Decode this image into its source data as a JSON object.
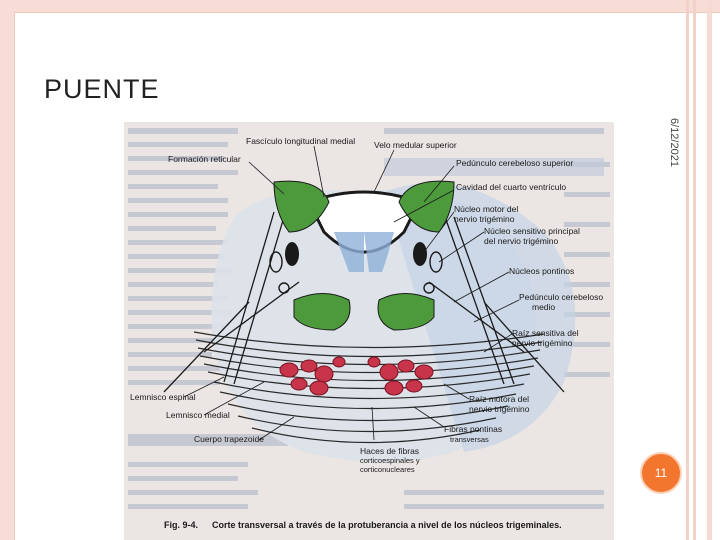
{
  "slide": {
    "title": "PUENTE",
    "date": "6/12/2021",
    "page_number": "11"
  },
  "figure": {
    "labels": {
      "fasciculo": "Fascículo longitudinal medial",
      "velo": "Velo medular superior",
      "formacion": "Formación reticular",
      "pedunculo_sup": "Pedúnculo cerebeloso superior",
      "cavidad": "Cavidad del cuarto ventrículo",
      "nucleo_motor_1": "Núcleo motor del",
      "nucleo_motor_2": "nervio trigémino",
      "nucleo_sens_1": "Núcleo sensitivo principal",
      "nucleo_sens_2": "del nervio trigémino",
      "nucleos_pontinos": "Núcleos pontinos",
      "pedunculo_medio_1": "Pedúnculo cerebeloso",
      "pedunculo_medio_2": "medio",
      "raiz_sens_1": "Raíz sensitiva del",
      "raiz_sens_2": "nervio trigémino",
      "lemnisco_espinal": "Lemnisco espinal",
      "lemnisco_medial": "Lemnisco medial",
      "raiz_motora_1": "Raíz motora del",
      "raiz_motora_2": "nervio trigémino",
      "fibras_1": "Fibras pontinas",
      "fibras_2": "transversas",
      "cuerpo": "Cuerpo trapezoide",
      "haces_1": "Haces de fibras",
      "haces_2": "corticoespinales y",
      "haces_3": "corticonucleares",
      "caption_fig": "Fig. 9-4.",
      "caption_text": "Corte transversal a través de la protuberancia a nivel de los núcleos trigeminales."
    },
    "colors": {
      "green": "#4d9a3c",
      "red": "#c8344a",
      "blue": "#8fb0d8",
      "page_badge": "#f2762e"
    }
  }
}
